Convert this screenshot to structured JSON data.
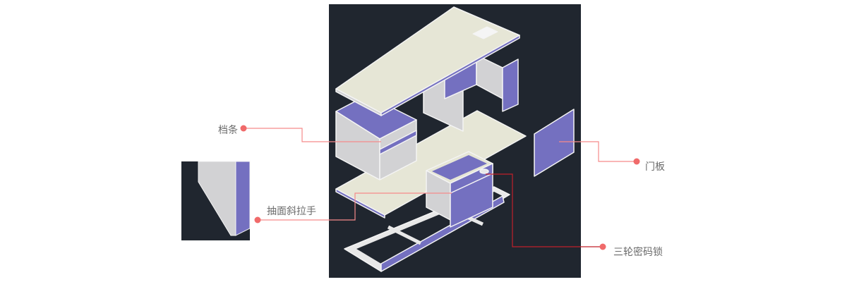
{
  "labels": {
    "stop_strip": "档条",
    "door_panel": "门板",
    "drawer_handle": "抽面斜拉手",
    "combo_lock": "三轮密码锁"
  },
  "colors": {
    "background": "#20262f",
    "panel_beige": "#e6e6d6",
    "panel_grey": "#d2d2d4",
    "panel_purple": "#7470c0",
    "leader": "#f06a6a"
  }
}
